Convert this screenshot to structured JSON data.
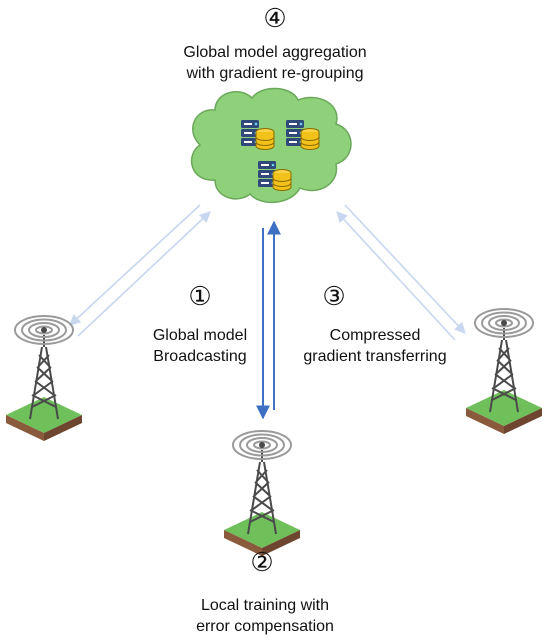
{
  "steps": {
    "aggregation": {
      "number": "④",
      "line1": "Global model aggregation",
      "line2": "with gradient re-grouping"
    },
    "broadcast": {
      "number": "①",
      "line1": "Global model",
      "line2": "Broadcasting"
    },
    "transfer": {
      "number": "③",
      "line1": "Compressed",
      "line2": "gradient transferring"
    },
    "local": {
      "number": "②",
      "line1": "Local training with",
      "line2": "error compensation"
    }
  },
  "colors": {
    "cloud_fill": "#8fd07a",
    "cloud_stroke": "#6aa85a",
    "active_arrow": "#3d6fc4",
    "faint_arrow": "#c8d6ef",
    "tower_steel": "#4a4a4a",
    "signal_ring": "#9a9a9a",
    "grass": "#6fbf5a",
    "soil": "#8a5a3c",
    "server_body": "#2f4a7a",
    "database": "#f2c21b"
  },
  "icons": [
    "cloud-icon",
    "server-database-icon",
    "cell-tower-icon"
  ]
}
